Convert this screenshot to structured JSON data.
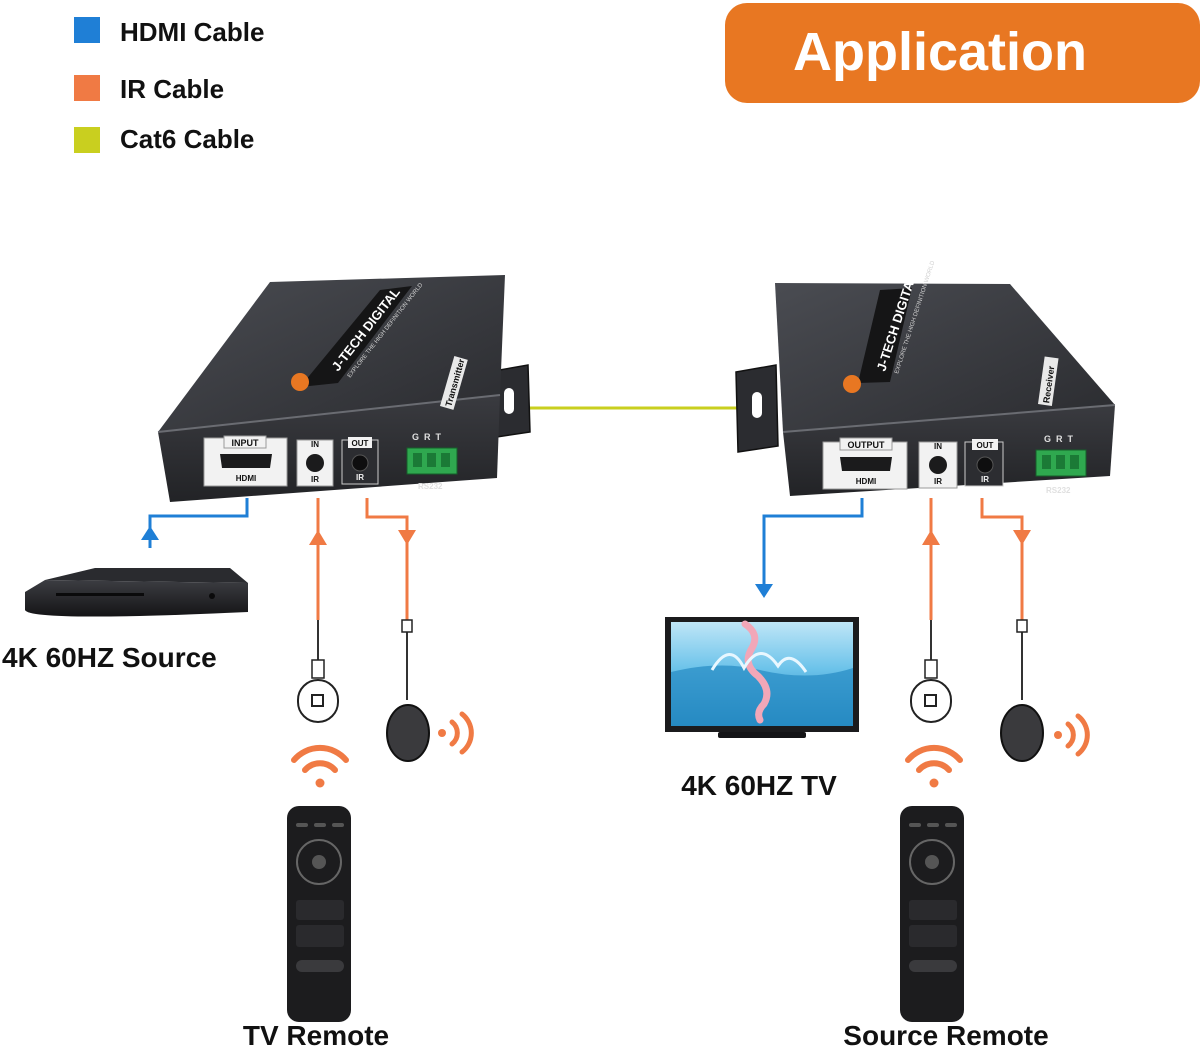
{
  "legend": [
    {
      "label": "HDMI Cable",
      "color": "#1f7fd6"
    },
    {
      "label": "IR Cable",
      "color": "#f07a44"
    },
    {
      "label": "Cat6 Cable",
      "color": "#c9cf1f"
    }
  ],
  "banner": {
    "title": "Application",
    "color": "#e87722"
  },
  "transmitter": {
    "brand": "J-TECH DIGITAL",
    "tagline": "EXPLORE THE HIGH DEFINITION WORLD",
    "label": "Transmitter",
    "ports": {
      "hdmi_top": "INPUT",
      "hdmi_bottom": "HDMI",
      "ir_in": "IN",
      "ir_out": "OUT",
      "ir": "IR",
      "grt": "G  R  T",
      "rs232": "RS232"
    }
  },
  "receiver": {
    "brand": "J-TECH DIGITAL",
    "tagline": "EXPLORE THE HIGH DEFINITION WORLD",
    "label": "Receiver",
    "ports": {
      "hdmi_top": "OUTPUT",
      "hdmi_bottom": "HDMI",
      "ir_in": "IN",
      "ir_out": "OUT",
      "ir": "IR",
      "grt": "G  R  T",
      "rs232": "RS232"
    }
  },
  "devices": {
    "source_label": "4K 60HZ Source",
    "tv_label": "4K 60HZ TV",
    "tv_remote_label": "TV Remote",
    "source_remote_label": "Source Remote"
  },
  "colors": {
    "hdmi": "#1f7fd6",
    "ir": "#f07a44",
    "cat6": "#c9cf1f",
    "device": "#2e2f33"
  }
}
